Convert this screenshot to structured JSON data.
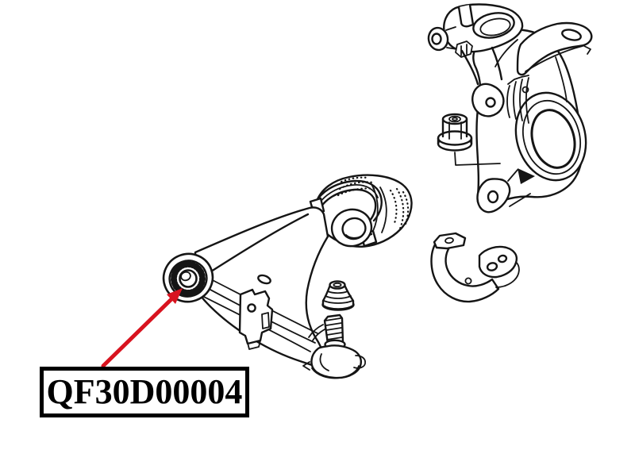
{
  "page": {
    "background": "#ffffff"
  },
  "part_label": {
    "part_number": "QF30D00004"
  },
  "colors": {
    "line": "#151515",
    "arrow": "#d8131f",
    "label_border": "#000000",
    "label_text": "#000000",
    "background": "#ffffff"
  },
  "arrow": {
    "target_part": "front-control-arm-bushing"
  },
  "parts": [
    {
      "name": "steering-knuckle"
    },
    {
      "name": "knuckle-nut"
    },
    {
      "name": "lower-control-arm"
    },
    {
      "name": "front-control-arm-bushing"
    },
    {
      "name": "rear-bushing-assembly"
    },
    {
      "name": "ball-joint"
    },
    {
      "name": "ball-joint-boot"
    },
    {
      "name": "u-shaped-bracket"
    }
  ]
}
